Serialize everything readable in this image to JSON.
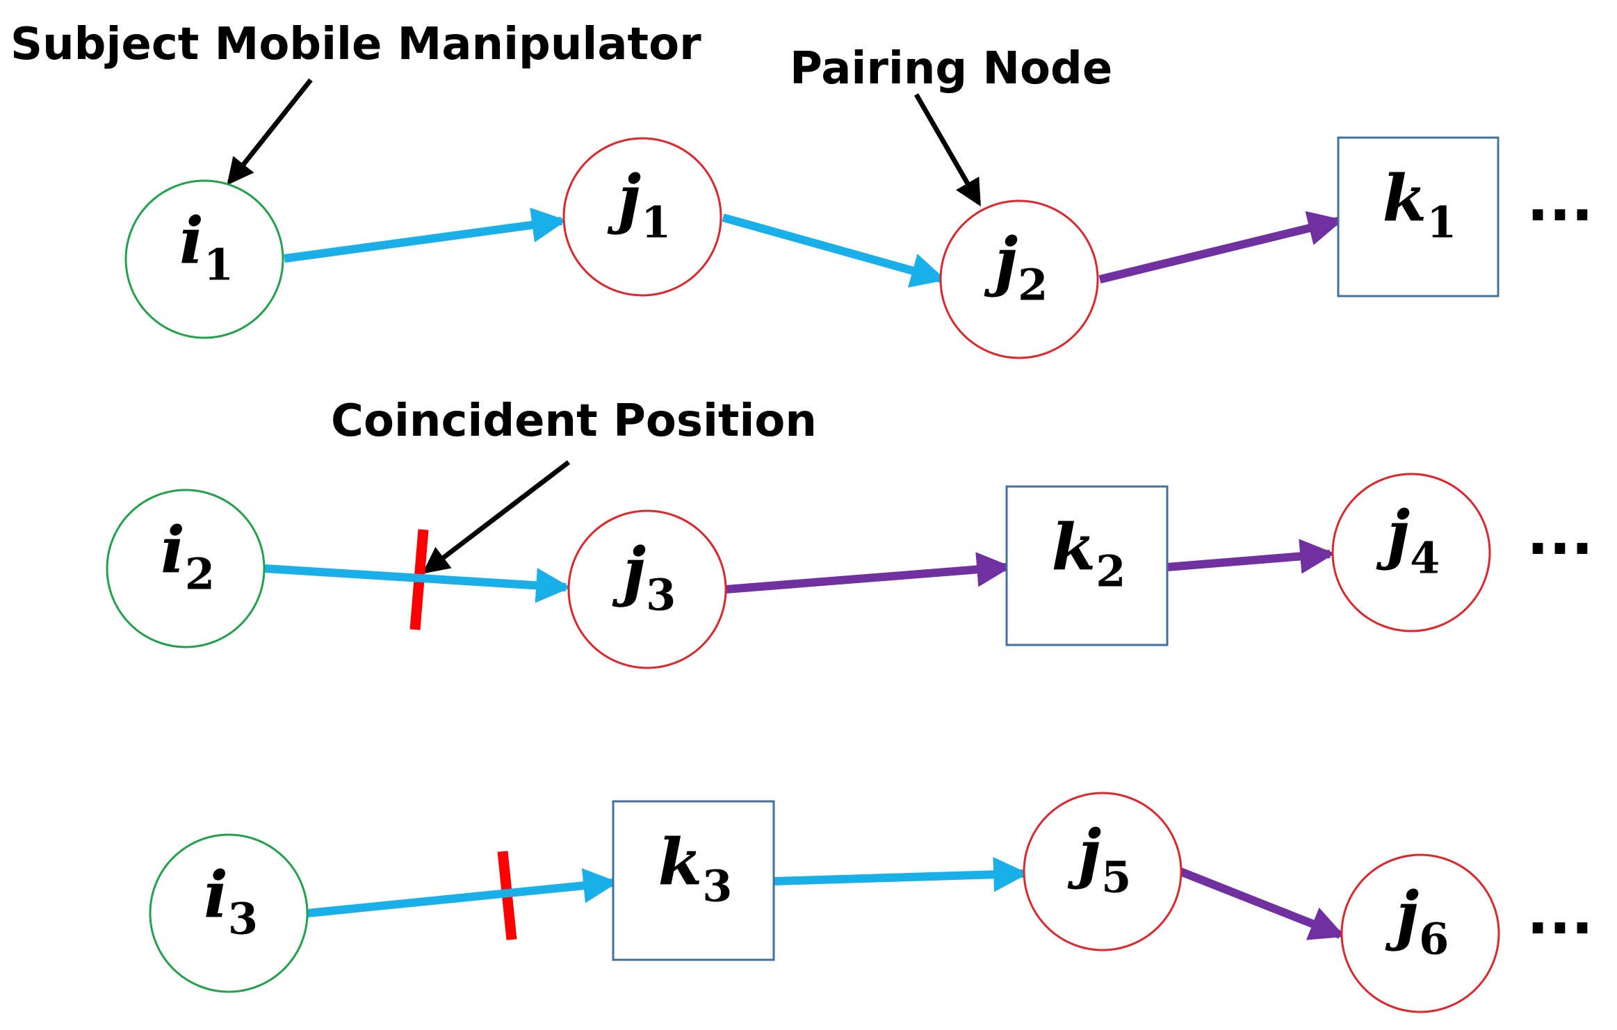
{
  "colors": {
    "subject_circle": "#1fa24a",
    "pairing_circle": "#e0262b",
    "square_node": "#41719c",
    "blue_arrow": "#19b0ea",
    "purple_arrow": "#7030a0",
    "coincident_marker": "#ff0000",
    "annotation": "#000000"
  },
  "labels": {
    "subject_mobile_manipulator": "Subject Mobile Manipulator",
    "pairing_node": "Pairing Node",
    "coincident_position": "Coincident Position"
  },
  "rows": [
    {
      "nodes": [
        {
          "shape": "circle",
          "kind": "subject",
          "var": "i",
          "sub": "1"
        },
        {
          "shape": "circle",
          "kind": "pairing",
          "var": "j",
          "sub": "1"
        },
        {
          "shape": "circle",
          "kind": "pairing",
          "var": "j",
          "sub": "2"
        },
        {
          "shape": "square",
          "kind": "box",
          "var": "k",
          "sub": "1"
        }
      ],
      "edges": [
        "blue",
        "blue",
        "purple"
      ],
      "ellipsis": "···"
    },
    {
      "nodes": [
        {
          "shape": "circle",
          "kind": "subject",
          "var": "i",
          "sub": "2"
        },
        {
          "shape": "circle",
          "kind": "pairing",
          "var": "j",
          "sub": "3"
        },
        {
          "shape": "square",
          "kind": "box",
          "var": "k",
          "sub": "2"
        },
        {
          "shape": "circle",
          "kind": "pairing",
          "var": "j",
          "sub": "4"
        }
      ],
      "edges": [
        "blue",
        "purple",
        "purple"
      ],
      "ellipsis": "···"
    },
    {
      "nodes": [
        {
          "shape": "circle",
          "kind": "subject",
          "var": "i",
          "sub": "3"
        },
        {
          "shape": "square",
          "kind": "box",
          "var": "k",
          "sub": "3"
        },
        {
          "shape": "circle",
          "kind": "pairing",
          "var": "j",
          "sub": "5"
        },
        {
          "shape": "circle",
          "kind": "pairing",
          "var": "j",
          "sub": "6"
        }
      ],
      "edges": [
        "blue",
        "blue",
        "purple"
      ],
      "ellipsis": "···"
    }
  ]
}
